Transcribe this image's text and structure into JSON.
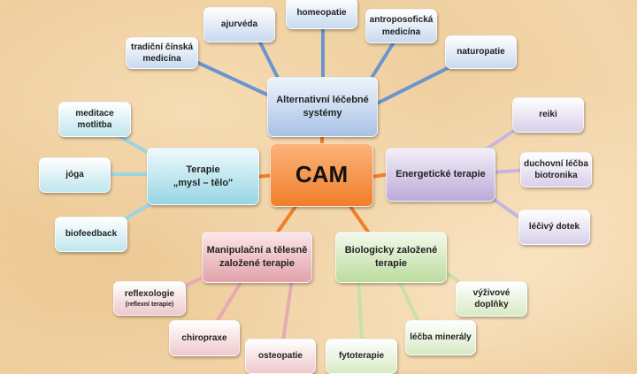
{
  "center": "CAM",
  "groups": {
    "alt": {
      "title": "Alternativní léčebné\nsystémy",
      "items": [
        "tradiční čínská\nmedicína",
        "ajurvéda",
        "homeopatie",
        "antroposofická\nmedicína",
        "naturopatie"
      ]
    },
    "mind": {
      "title": "Terapie\n„mysl – tělo\"",
      "items": [
        "meditace\nmotlitba",
        "jóga",
        "biofeedback"
      ]
    },
    "energy": {
      "title": "Energetické terapie",
      "items": [
        "reiki",
        "duchovní léčba\nbiotronika",
        "léčivý dotek"
      ]
    },
    "manip": {
      "title": "Manipulační a tělesně\nzaložené terapie",
      "items": [
        "reflexologie",
        "(reflexní terapie)",
        "chiropraxe",
        "osteopatie"
      ]
    },
    "bio": {
      "title": "Biologicky založené\nterapie",
      "items": [
        "výživové\ndoplňky",
        "léčba minerály",
        "fytoterapie"
      ]
    }
  },
  "colors": {
    "center": "#f07e2a",
    "alt": "#6a95cf",
    "mind": "#8fd3e0",
    "energy": "#bbaad8",
    "manip": "#e2a2aa",
    "bio": "#c3df9f"
  }
}
